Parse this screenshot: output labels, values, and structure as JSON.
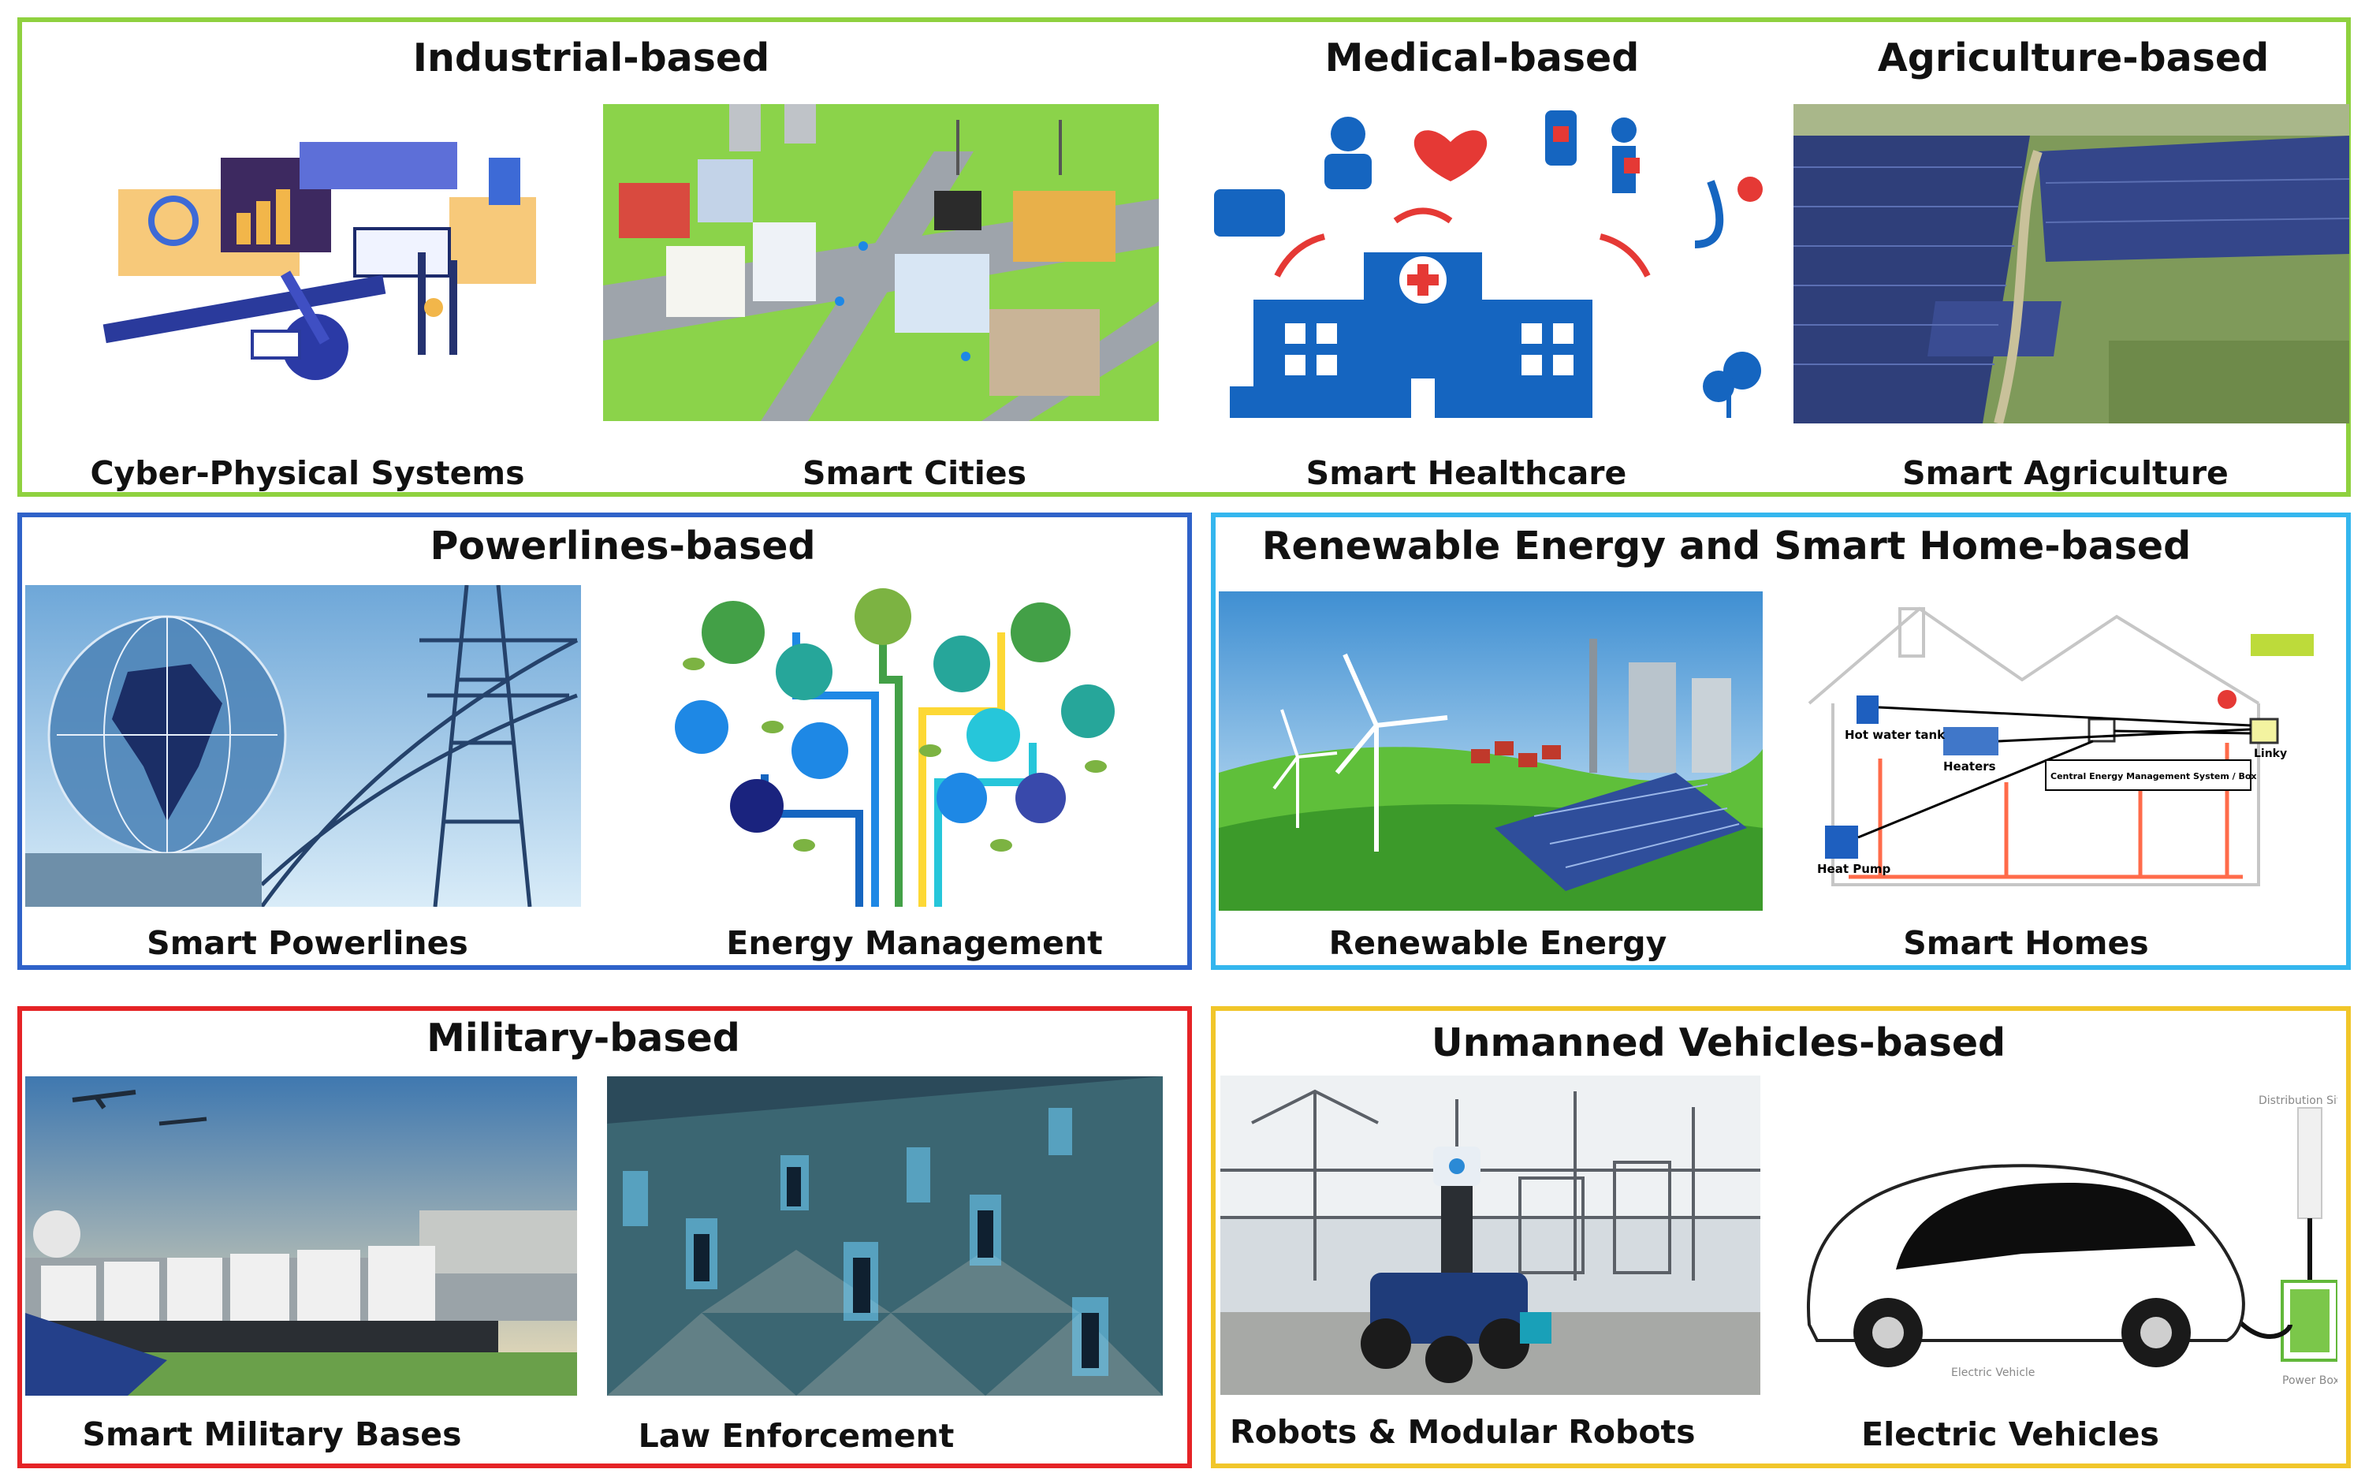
{
  "sections": {
    "industrial": {
      "heading": "Industrial-based",
      "items": [
        "Cyber-Physical Systems",
        "Smart Cities"
      ]
    },
    "medical": {
      "heading": "Medical-based",
      "items": [
        "Smart Healthcare"
      ]
    },
    "agriculture": {
      "heading": "Agriculture-based",
      "items": [
        "Smart Agriculture"
      ]
    },
    "powerlines": {
      "heading": "Powerlines-based",
      "items": [
        "Smart Powerlines",
        "Energy Management"
      ]
    },
    "renewable": {
      "heading": "Renewable Energy and Smart Home-based",
      "items": [
        "Renewable Energy",
        "Smart Homes"
      ]
    },
    "military": {
      "heading": "Military-based",
      "items": [
        "Smart Military Bases",
        "Law Enforcement"
      ]
    },
    "unmanned": {
      "heading": "Unmanned Vehicles-based",
      "items": [
        "Robots & Modular Robots",
        "Electric Vehicles"
      ]
    }
  },
  "smart_home_labels": [
    "Hot water tank",
    "Heaters",
    "Central Energy Management System / Box",
    "Linky",
    "Heat Pump"
  ],
  "ev_labels": [
    "Distribution Site",
    "Electric Vehicle",
    "Power Box"
  ],
  "colors": {
    "industrial_border": "#8fd13f",
    "powerlines_border": "#2f62c9",
    "renewable_border": "#34b6ee",
    "military_border": "#e52326",
    "unmanned_border": "#f1c62a",
    "medical_blue": "#1565c0",
    "medical_red": "#e53935"
  }
}
